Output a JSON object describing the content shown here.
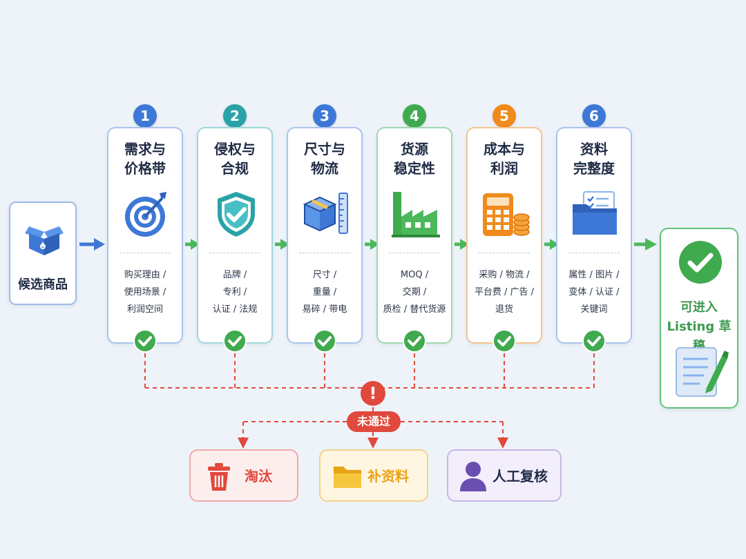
{
  "source": {
    "label": "候选商品",
    "icon": "box-icon"
  },
  "steps": [
    {
      "num": "1",
      "title": [
        "需求与",
        "价格带"
      ],
      "lines": [
        "购买理由 /",
        "使用场景 /",
        "利润空间"
      ],
      "icon": "target-icon",
      "color": "#3e78d6",
      "border": "#a9c4ec"
    },
    {
      "num": "2",
      "title": [
        "侵权与",
        "合规"
      ],
      "lines": [
        "品牌 /",
        "专利 /",
        "认证 / 法规"
      ],
      "icon": "shield-check-icon",
      "color": "#2aa3a8",
      "border": "#9fd7d9"
    },
    {
      "num": "3",
      "title": [
        "尺寸与",
        "物流"
      ],
      "lines": [
        "尺寸 /",
        "重量 /",
        "易碎 / 带电"
      ],
      "icon": "box-ruler-icon",
      "color": "#3e78d6",
      "border": "#a9c4ec"
    },
    {
      "num": "4",
      "title": [
        "货源",
        "稳定性"
      ],
      "lines": [
        "MOQ /",
        "交期 /",
        "质检 / 替代货源"
      ],
      "icon": "factory-icon",
      "color": "#3faa4e",
      "border": "#9fd8aa"
    },
    {
      "num": "5",
      "title": [
        "成本与",
        "利润"
      ],
      "lines": [
        "采购 / 物流 /",
        "平台费 / 广告 /",
        "退货"
      ],
      "icon": "calculator-coins-icon",
      "color": "#f08a1c",
      "border": "#f5c48a"
    },
    {
      "num": "6",
      "title": [
        "资料",
        "完整度"
      ],
      "lines": [
        "属性 / 图片 /",
        "变体 / 认证 /",
        "关键词"
      ],
      "icon": "folder-docs-icon",
      "color": "#3e78d6",
      "border": "#a9c4ec"
    }
  ],
  "target": {
    "label": [
      "可进入",
      "Listing 草稿"
    ],
    "icon": "document-pen-icon",
    "color": "#3f9a50"
  },
  "fail": {
    "mark": "!",
    "label": "未通过"
  },
  "outcomes": [
    {
      "label": "淘汰",
      "icon": "trash-icon",
      "color": "#e0493c",
      "bg": "#fdeeee",
      "border": "#f0aaa5"
    },
    {
      "label": "补资料",
      "icon": "folder-icon",
      "color": "#e8a317",
      "bg": "#fff6e2",
      "border": "#f3d28a"
    },
    {
      "label": "人工复核",
      "icon": "person-icon",
      "color": "#6b4fb0",
      "bg": "#f3eefc",
      "border": "#c6b5ea"
    }
  ]
}
